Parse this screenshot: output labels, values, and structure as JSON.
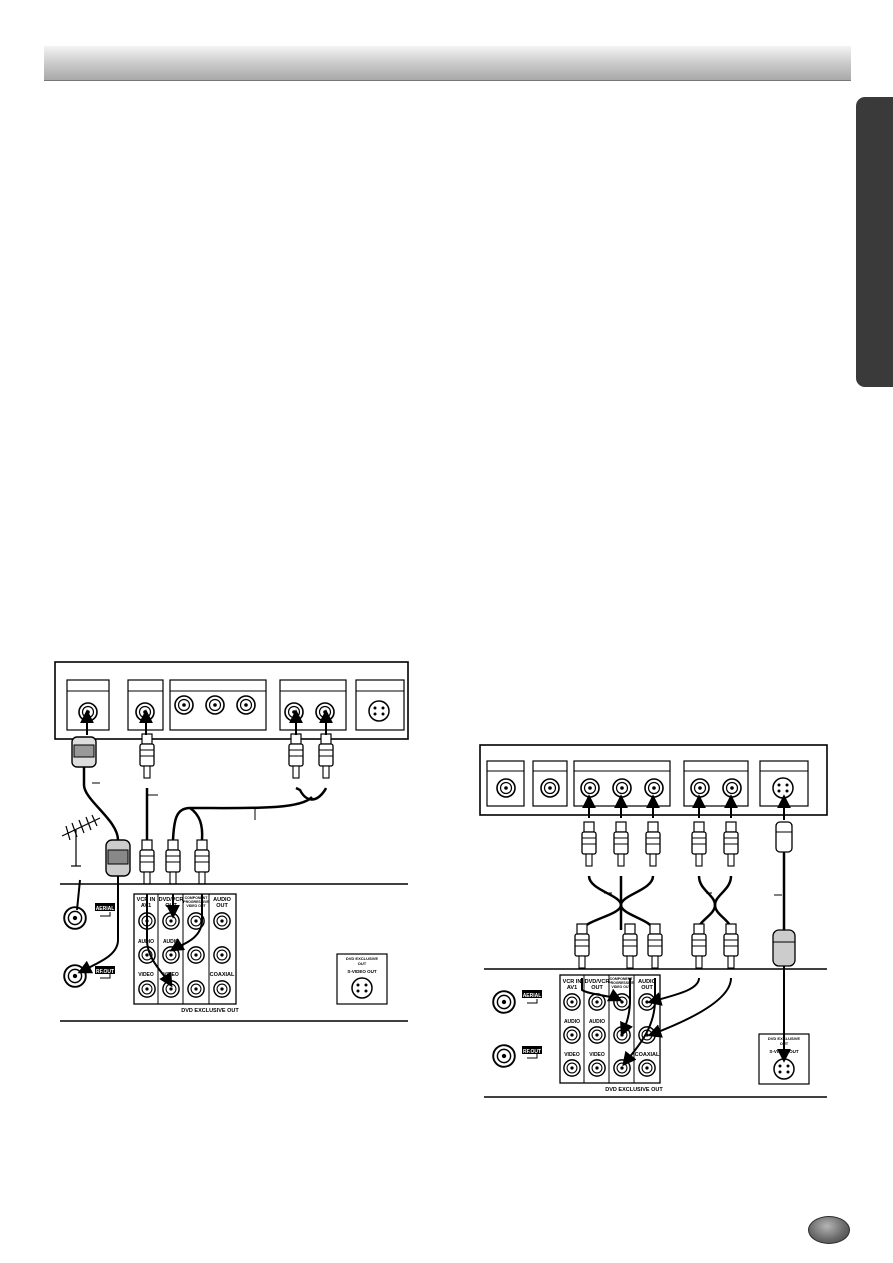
{
  "page_number": "",
  "labels": {
    "aerial": "AERIAL",
    "rf_out": "RF.OUT",
    "vcr_in": "VCR IN",
    "av1": "AV1",
    "dvd_vcr": "DVD/VCR",
    "out": "OUT",
    "component_1": "COMPONENT",
    "component_2": "PROGRESSIVE",
    "component_3": "VIDEO OUT",
    "audio_out_1": "AUDIO",
    "audio_out_2": "OUT",
    "audio": "AUDIO",
    "video": "VIDEO",
    "coaxial": "COAXIAL",
    "dvd_exclusive_out": "DVD EXCLUSIVE OUT",
    "svideo_header_1": "DVD EXCLUSIVE",
    "svideo_header_2": "OUT",
    "svideo_out": "S-VIDEO OUT"
  },
  "colors": {
    "line": "#000000",
    "jack_fill": "#ffffff",
    "header_gradient_top": "#f4f4f4",
    "header_gradient_bottom": "#a9a9a9",
    "side_tab": "#3a3a3a"
  },
  "icons": [
    "antenna-icon",
    "rca-plug-icon",
    "coax-plug-icon",
    "svideo-plug-icon",
    "jack-icon"
  ]
}
